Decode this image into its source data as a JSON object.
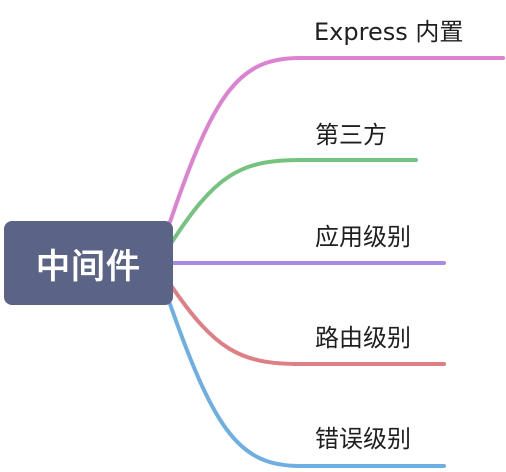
{
  "root": {
    "label": "中间件",
    "color": "#5b6386"
  },
  "branches": [
    {
      "label": "Express 内置",
      "color": "#dd82d0"
    },
    {
      "label": "第三方",
      "color": "#74c480"
    },
    {
      "label": "应用级别",
      "color": "#a98ae3"
    },
    {
      "label": "路由级别",
      "color": "#e07e86"
    },
    {
      "label": "错误级别",
      "color": "#6eafe3"
    }
  ]
}
